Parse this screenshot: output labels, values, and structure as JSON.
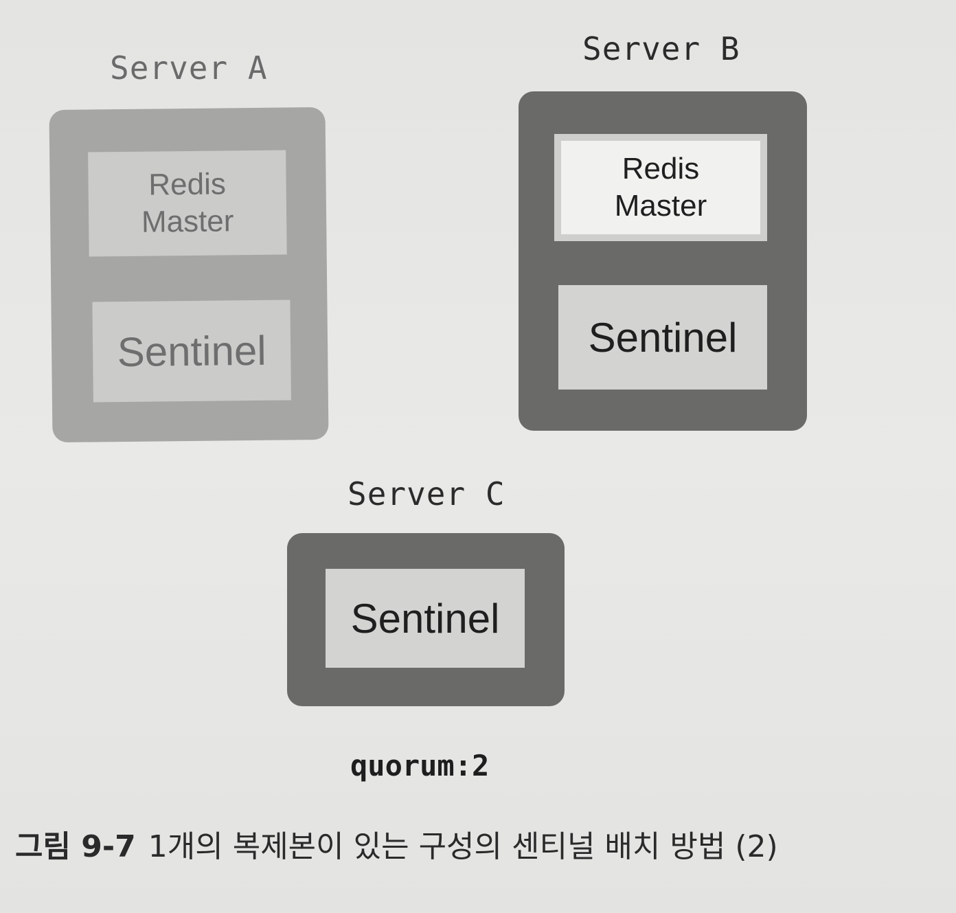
{
  "servers": {
    "a": {
      "label": "Server A",
      "redis_label": "Redis\nMaster",
      "sentinel_label": "Sentinel"
    },
    "b": {
      "label": "Server B",
      "redis_label": "Redis\nMaster",
      "sentinel_label": "Sentinel"
    },
    "c": {
      "label": "Server C",
      "sentinel_label": "Sentinel"
    }
  },
  "quorum_label": "quorum:2",
  "caption": {
    "number": "그림 9-7",
    "text": "1개의 복제본이 있는 구성의 센티널 배치 방법 (2)"
  },
  "colors": {
    "faded_box": "#a6a6a4",
    "active_box": "#6a6a68",
    "inner_faded": "#cbcbc9",
    "inner_active": "#d3d3d1",
    "master_active": "#f1f1ef"
  }
}
